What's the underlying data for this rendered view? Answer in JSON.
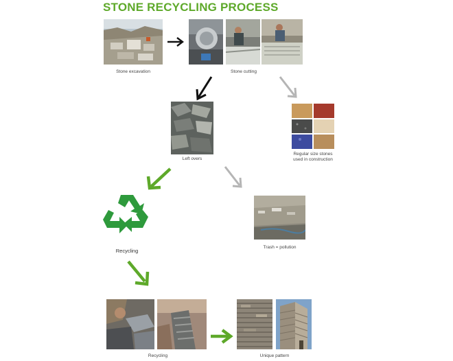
{
  "title": "STONE RECYCLING PROCESS",
  "steps": {
    "excavation": {
      "caption": "Stone excavation"
    },
    "cutting": {
      "caption": "Stone cutting"
    },
    "leftovers": {
      "caption": "Left overs"
    },
    "regular": {
      "caption_line1": "Regular size stones",
      "caption_line2": "used in construction"
    },
    "recycling_symbol": {
      "caption": "Recycling"
    },
    "trash": {
      "caption": "Trash = pollution"
    },
    "recycling_photos": {
      "caption": "Recycling"
    },
    "unique": {
      "caption": "Unique pattern"
    }
  },
  "colors": {
    "title": "#5ea92a",
    "green_arrow": "#5ea92a",
    "black_arrow": "#111111",
    "gray_arrow": "#b5b5b5",
    "recycle_symbol": "#2e9a3c"
  },
  "icons": [
    "recycle-icon",
    "arrow-right-icon",
    "arrow-down-left-icon",
    "arrow-down-right-icon"
  ]
}
